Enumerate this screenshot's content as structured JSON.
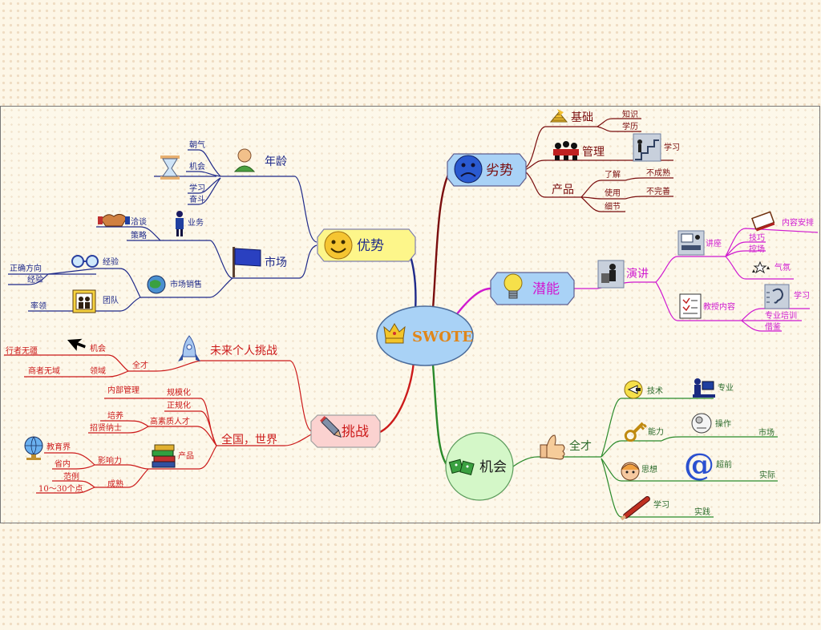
{
  "center": {
    "label": "SWOTE"
  },
  "branches": {
    "youshi": {
      "label": "优势",
      "nianling": {
        "label": "年龄",
        "items": [
          "朝气",
          "机会",
          "学习",
          "奋斗"
        ]
      },
      "shichang": {
        "label": "市场",
        "yewu": {
          "label": "业务",
          "items": [
            "洽谈",
            "策略"
          ]
        },
        "xiaoshou": {
          "label": "市场销售",
          "jingyan": {
            "label": "经验",
            "items": [
              "正确方向",
              "经验"
            ]
          },
          "tuandui": {
            "label": "团队",
            "items": [
              "率领"
            ]
          }
        }
      }
    },
    "tiaozhan": {
      "label": "挑战",
      "weilai": {
        "label": "未来个人挑战",
        "quancai": {
          "label": "全才",
          "items": [
            "机会",
            "领域"
          ],
          "leaves": [
            "行者无疆",
            "商者无域"
          ]
        }
      },
      "quanguo": {
        "label": "全国，世界",
        "guifanhua": {
          "label": "规模化",
          "items": [
            "内部管理"
          ]
        },
        "zhenggui": {
          "label": "正规化"
        },
        "gaosuzhi": {
          "label": "高素质人才",
          "items": [
            "培养",
            "招贤纳士"
          ]
        },
        "chanpin": {
          "label": "产品",
          "yingxiangli": {
            "label": "影响力",
            "items": [
              "教育界",
              "省内"
            ]
          },
          "chengshu": {
            "label": "成熟",
            "items": [
              "范例",
              "10～30个点"
            ]
          }
        }
      }
    },
    "lieshi": {
      "label": "劣势",
      "jichu": {
        "label": "基础",
        "items": [
          "知识",
          "学历"
        ]
      },
      "guanli": {
        "label": "管理",
        "items": [
          "学习"
        ]
      },
      "chanpin": {
        "label": "产品",
        "items": [
          "了解",
          "使用",
          "细节"
        ],
        "notes": [
          "不成熟",
          "不完善"
        ]
      }
    },
    "qianneng": {
      "label": "潜能",
      "yanjiang": {
        "label": "演讲",
        "jiangzuo": {
          "label": "讲座",
          "items": [
            "内容安排",
            "技巧",
            "控场",
            "气氛"
          ]
        },
        "jiaoshou": {
          "label": "教授内容",
          "items": [
            "学习",
            "专业培训",
            "借鉴"
          ]
        }
      }
    },
    "jihui": {
      "label": "机会",
      "quancai": {
        "label": "全才",
        "items": [
          "技术",
          "能力",
          "思想",
          "学习"
        ],
        "subs": [
          "专业",
          "操作",
          "超前"
        ],
        "leaves": [
          "市场",
          "实际",
          "实践"
        ]
      }
    }
  },
  "colors": {
    "youshi": "#1f2a8a",
    "tiaozhan": "#cc1a1a",
    "lieshi": "#7a0d0d",
    "qianneng": "#d019d0",
    "jihui": "#2a8a2a",
    "center_fill": "#a9d2f6",
    "center_text": "#e0861a"
  },
  "icons": [
    "crown-icon",
    "smiley-face-icon",
    "sad-face-icon",
    "lightbulb-icon",
    "dice-icon",
    "pencil-icon",
    "thumbs-up-icon",
    "hourglass-icon",
    "user-icon",
    "flag-icon",
    "handshake-icon",
    "globe-icon",
    "glasses-icon",
    "team-icon",
    "arrow-cursor-icon",
    "rocket-icon",
    "books-icon",
    "crowd-icon",
    "stairs-icon",
    "checkered-icon",
    "presenter-icon",
    "book-icon",
    "stars-icon",
    "checklist-icon",
    "ear-icon",
    "key-icon",
    "head-icon",
    "at-sign-icon",
    "bat-icon",
    "computer-user-icon",
    "gear-head-icon"
  ]
}
